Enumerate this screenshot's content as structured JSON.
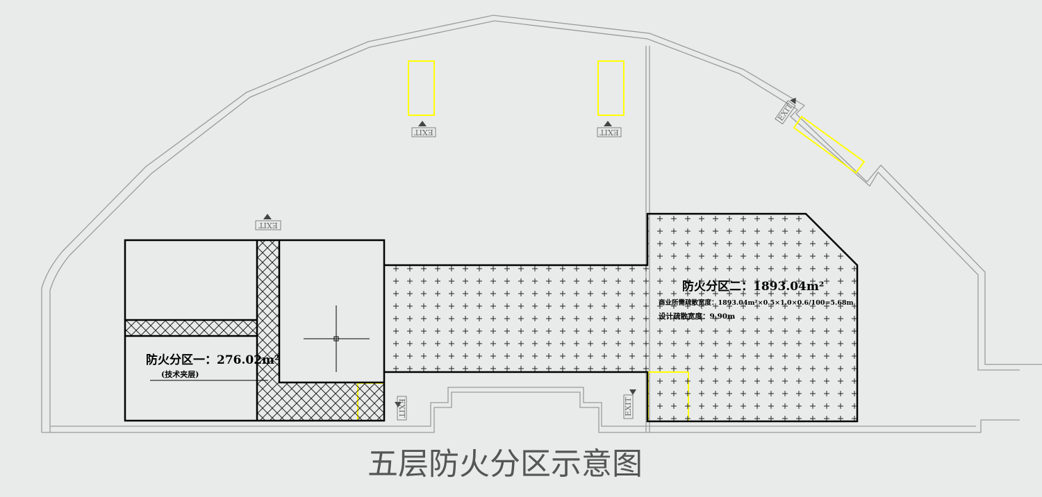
{
  "diagram": {
    "title": "五层防火分区示意图",
    "exit_label": "EXIT",
    "zone1": {
      "name": "防火分区一：276.02m²",
      "note": "(技术夹层)"
    },
    "zone2": {
      "name": "防火分区二：1893.04m²",
      "calc": "商业所需疏散宽度：1893.04m²×0.5×1.0×0.6/100=5.68m",
      "design": "设计疏散宽度：9.90m"
    }
  },
  "colors": {
    "background": "#e9eaea",
    "outline": "#9a9a9a",
    "wall": "#000000",
    "stair_highlight": "#ffff00",
    "title_text": "#555555"
  }
}
